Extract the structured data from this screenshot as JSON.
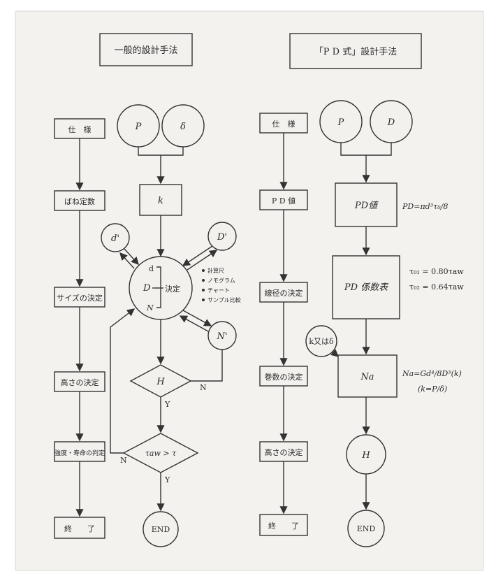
{
  "left": {
    "title": "一般的設計手法",
    "spec_column": [
      "仕　様",
      "ばね定数",
      "サイズの決定",
      "高さの決定",
      "強度・寿命の判定",
      "終　　了"
    ],
    "inputs": [
      "P",
      "δ"
    ],
    "k": "k",
    "d_prime": "d'",
    "D_prime": "D'",
    "N_prime": "N'",
    "center": {
      "d": "d",
      "D": "D",
      "N": "N",
      "label": "決定"
    },
    "tools": [
      "計算尺",
      "ノモグラム",
      "チャート",
      "サンプル比較"
    ],
    "H": "H",
    "tau": "τaw > τ",
    "end": "END",
    "Y": "Y",
    "N_branch": "N"
  },
  "right": {
    "title": "「P D 式」設計手法",
    "spec_column": [
      "仕　様",
      "P D 値",
      "線径の決定",
      "巻数の決定",
      "高さの決定",
      "終　　了"
    ],
    "inputs": [
      "P",
      "D"
    ],
    "pd_value": "PD値",
    "pd_formula": "PD=πd³τ₀/8",
    "pd_table": "PD 係数表",
    "tau1": "τ₀₁ = 0.80τaw",
    "tau2": "τ₀₂ = 0.64τaw",
    "k_or_d": "k又はδ",
    "na": "Na",
    "na_formula": "Na=Gd⁴/8D³(k)",
    "k_formula": "(k=P/δ)",
    "H": "H",
    "end": "END"
  }
}
